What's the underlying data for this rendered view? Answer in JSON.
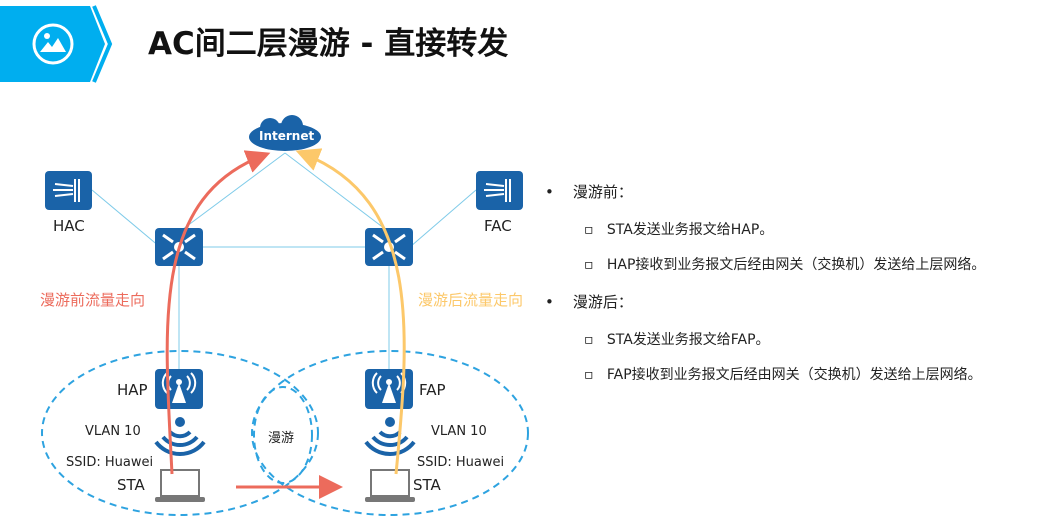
{
  "header": {
    "title": "AC间二层漫游 - 直接转发",
    "icon": "image-icon",
    "accent": "#00aeef"
  },
  "diagram": {
    "internet": "Internet",
    "hac": "HAC",
    "fac": "FAC",
    "hap": "HAP",
    "fap": "FAP",
    "vlan_left": "VLAN 10",
    "vlan_right": "VLAN 10",
    "ssid_left": "SSID: Huawei",
    "ssid_right": "SSID: Huawei",
    "sta_left": "STA",
    "sta_right": "STA",
    "roam": "漫游",
    "before_flow": "漫游前流量走向",
    "after_flow": "漫游后流量走向",
    "colors": {
      "device": "#1a63a8",
      "link": "#7fcbe9",
      "before": "#ec6b5c",
      "after": "#fcc86a",
      "ellipse": "#2ea3e0"
    }
  },
  "bullets": [
    {
      "label": "漫游前：",
      "items": [
        "STA发送业务报文给HAP。",
        "HAP接收到业务报文后经由网关（交换机）发送给上层网络。"
      ]
    },
    {
      "label": "漫游后：",
      "items": [
        "STA发送业务报文给FAP。",
        "FAP接收到业务报文后经由网关（交换机）发送给上层网络。"
      ]
    }
  ]
}
